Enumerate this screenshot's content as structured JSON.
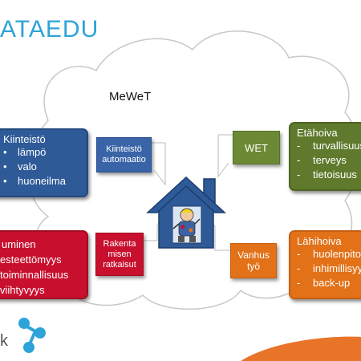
{
  "header": {
    "logo_text": "ATAEDU"
  },
  "cloud": {
    "title": "MeWeT"
  },
  "left_top_box": {
    "title": "Kiinteistö",
    "items": [
      "lämpö",
      "valo",
      "huoneilma"
    ]
  },
  "left_bottom_box": {
    "items": [
      "uminen",
      "esteettömyys",
      "toiminnallisuus",
      "viihtyvyys"
    ]
  },
  "right_top_box": {
    "title": "Etähoiva",
    "items": [
      "turvallisuus",
      "terveys",
      "tietoisuus"
    ]
  },
  "right_bottom_box": {
    "title": "Lähihoiva",
    "items": [
      "huolenpito",
      "inhimillisyys",
      "back-up"
    ]
  },
  "small_boxes": {
    "automaatio": [
      "Kiinteistö",
      "automaatio"
    ],
    "rakenta": [
      "Rakenta",
      "misen",
      "ratkaisut"
    ],
    "wet": "WET",
    "vanhus": [
      "Vanhus",
      "työ"
    ]
  },
  "footer": {
    "brand_fragment": "k"
  },
  "colors": {
    "blue": "#2e5a98",
    "red": "#c8102e",
    "green": "#5f7a2c",
    "orange": "#e27118",
    "logo": "#2ea3d8"
  }
}
